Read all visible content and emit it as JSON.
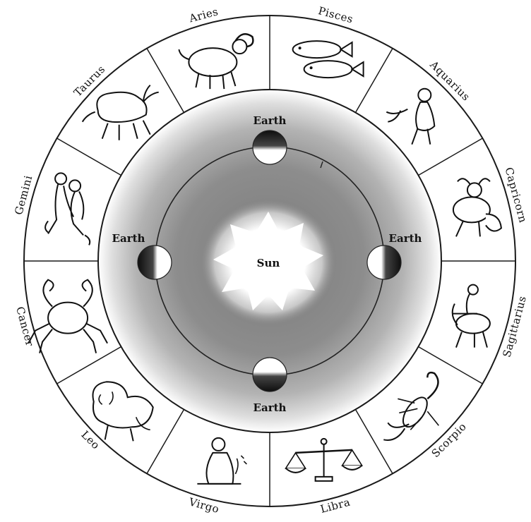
{
  "diagram": {
    "sun_label": "Sun",
    "earth_labels": [
      "Earth",
      "Earth",
      "Earth",
      "Earth"
    ],
    "signs": [
      {
        "name": "Pisces",
        "icon": "fish-icon"
      },
      {
        "name": "Aquarius",
        "icon": "water-bearer-icon"
      },
      {
        "name": "Capricorn",
        "icon": "goat-icon"
      },
      {
        "name": "Sagittarius",
        "icon": "archer-icon"
      },
      {
        "name": "Scorpio",
        "icon": "scorpion-icon"
      },
      {
        "name": "Libra",
        "icon": "scales-icon"
      },
      {
        "name": "Virgo",
        "icon": "maiden-icon"
      },
      {
        "name": "Leo",
        "icon": "lion-icon"
      },
      {
        "name": "Cancer",
        "icon": "crab-icon"
      },
      {
        "name": "Gemini",
        "icon": "twins-icon"
      },
      {
        "name": "Taurus",
        "icon": "bull-icon"
      },
      {
        "name": "Aries",
        "icon": "ram-icon"
      }
    ],
    "colors": {
      "line": "#1a1a1a",
      "halo_inner": "#8a8a8a",
      "halo_outer": "#ffffff",
      "sun": "#ffffff",
      "earth_dark": "#111111"
    }
  }
}
